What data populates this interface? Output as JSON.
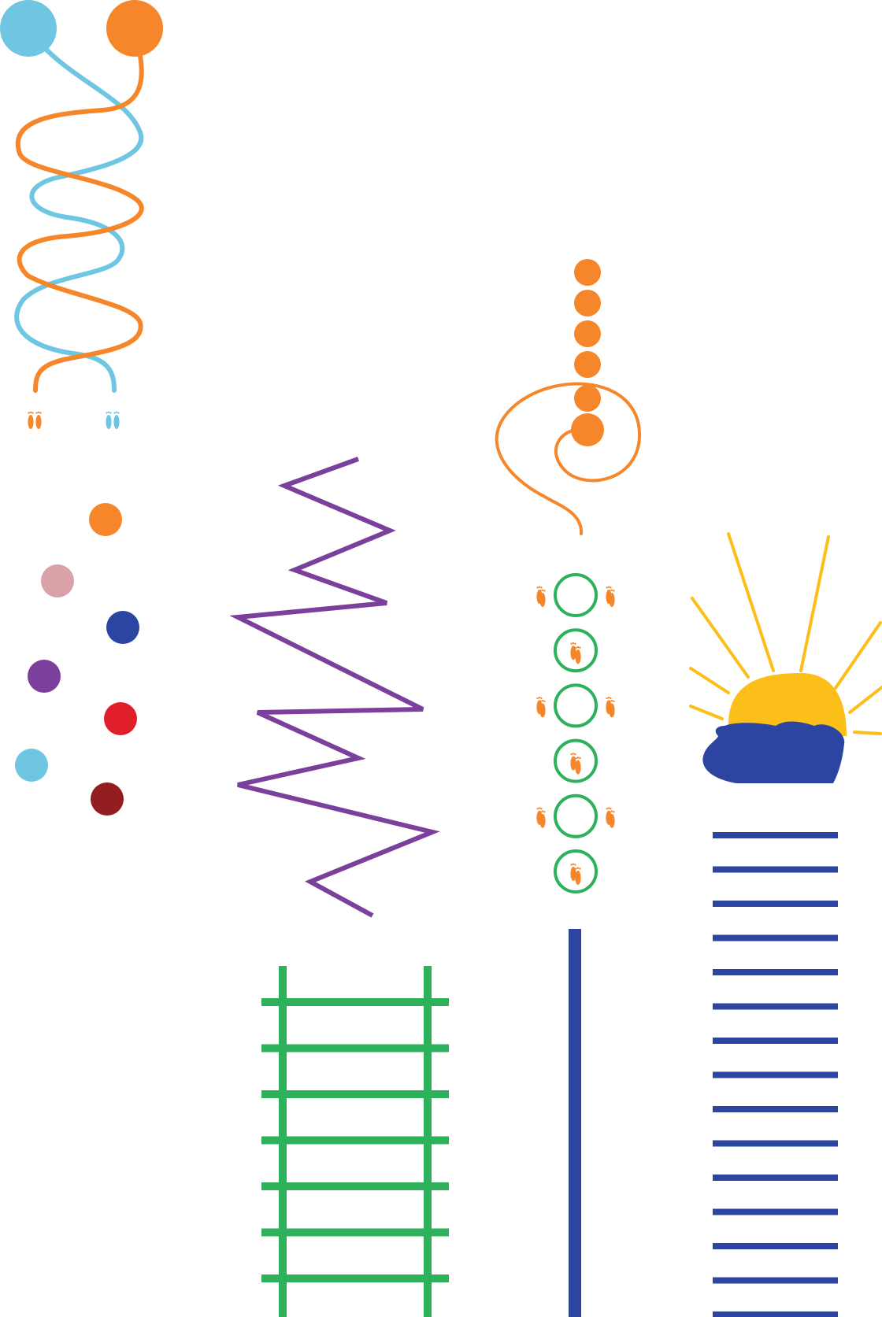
{
  "colors": {
    "orange": "#F5872A",
    "light_blue": "#6EC6E2",
    "pink": "#D9A1A8",
    "navy": "#2B45A0",
    "purple": "#7B3F9C",
    "red": "#E11F2A",
    "dark_red": "#931D20",
    "green": "#2DB15A",
    "yellow": "#FCBE19",
    "white": "#FFFFFF"
  },
  "elements": {
    "twisted_paths": {
      "icon": "double-helix-path-icon",
      "strand_colors": [
        "orange",
        "light_blue"
      ]
    },
    "dot_cluster": {
      "icon": "colored-dots-icon",
      "dot_colors": [
        "orange",
        "pink",
        "navy",
        "purple",
        "red",
        "light_blue",
        "dark_red"
      ]
    },
    "zigzag_line": {
      "icon": "zigzag-line-icon",
      "color": "purple"
    },
    "ladder": {
      "icon": "ladder-icon",
      "color": "green",
      "rungs": 7
    },
    "dots_and_spiral": {
      "icon": "spiral-with-dots-icon",
      "color": "orange",
      "dots": 6
    },
    "hopscotch_circles": {
      "icon": "hopscotch-footprints-icon",
      "circle_color": "green",
      "footprint_color": "orange",
      "circles": 6
    },
    "vertical_line": {
      "icon": "vertical-line-icon",
      "color": "navy"
    },
    "sunrise": {
      "icon": "sun-behind-cloud-icon",
      "sun_color": "yellow",
      "cloud_color": "navy"
    },
    "horizontal_lines": {
      "icon": "horizontal-lines-icon",
      "color": "navy",
      "lines": 15
    }
  }
}
